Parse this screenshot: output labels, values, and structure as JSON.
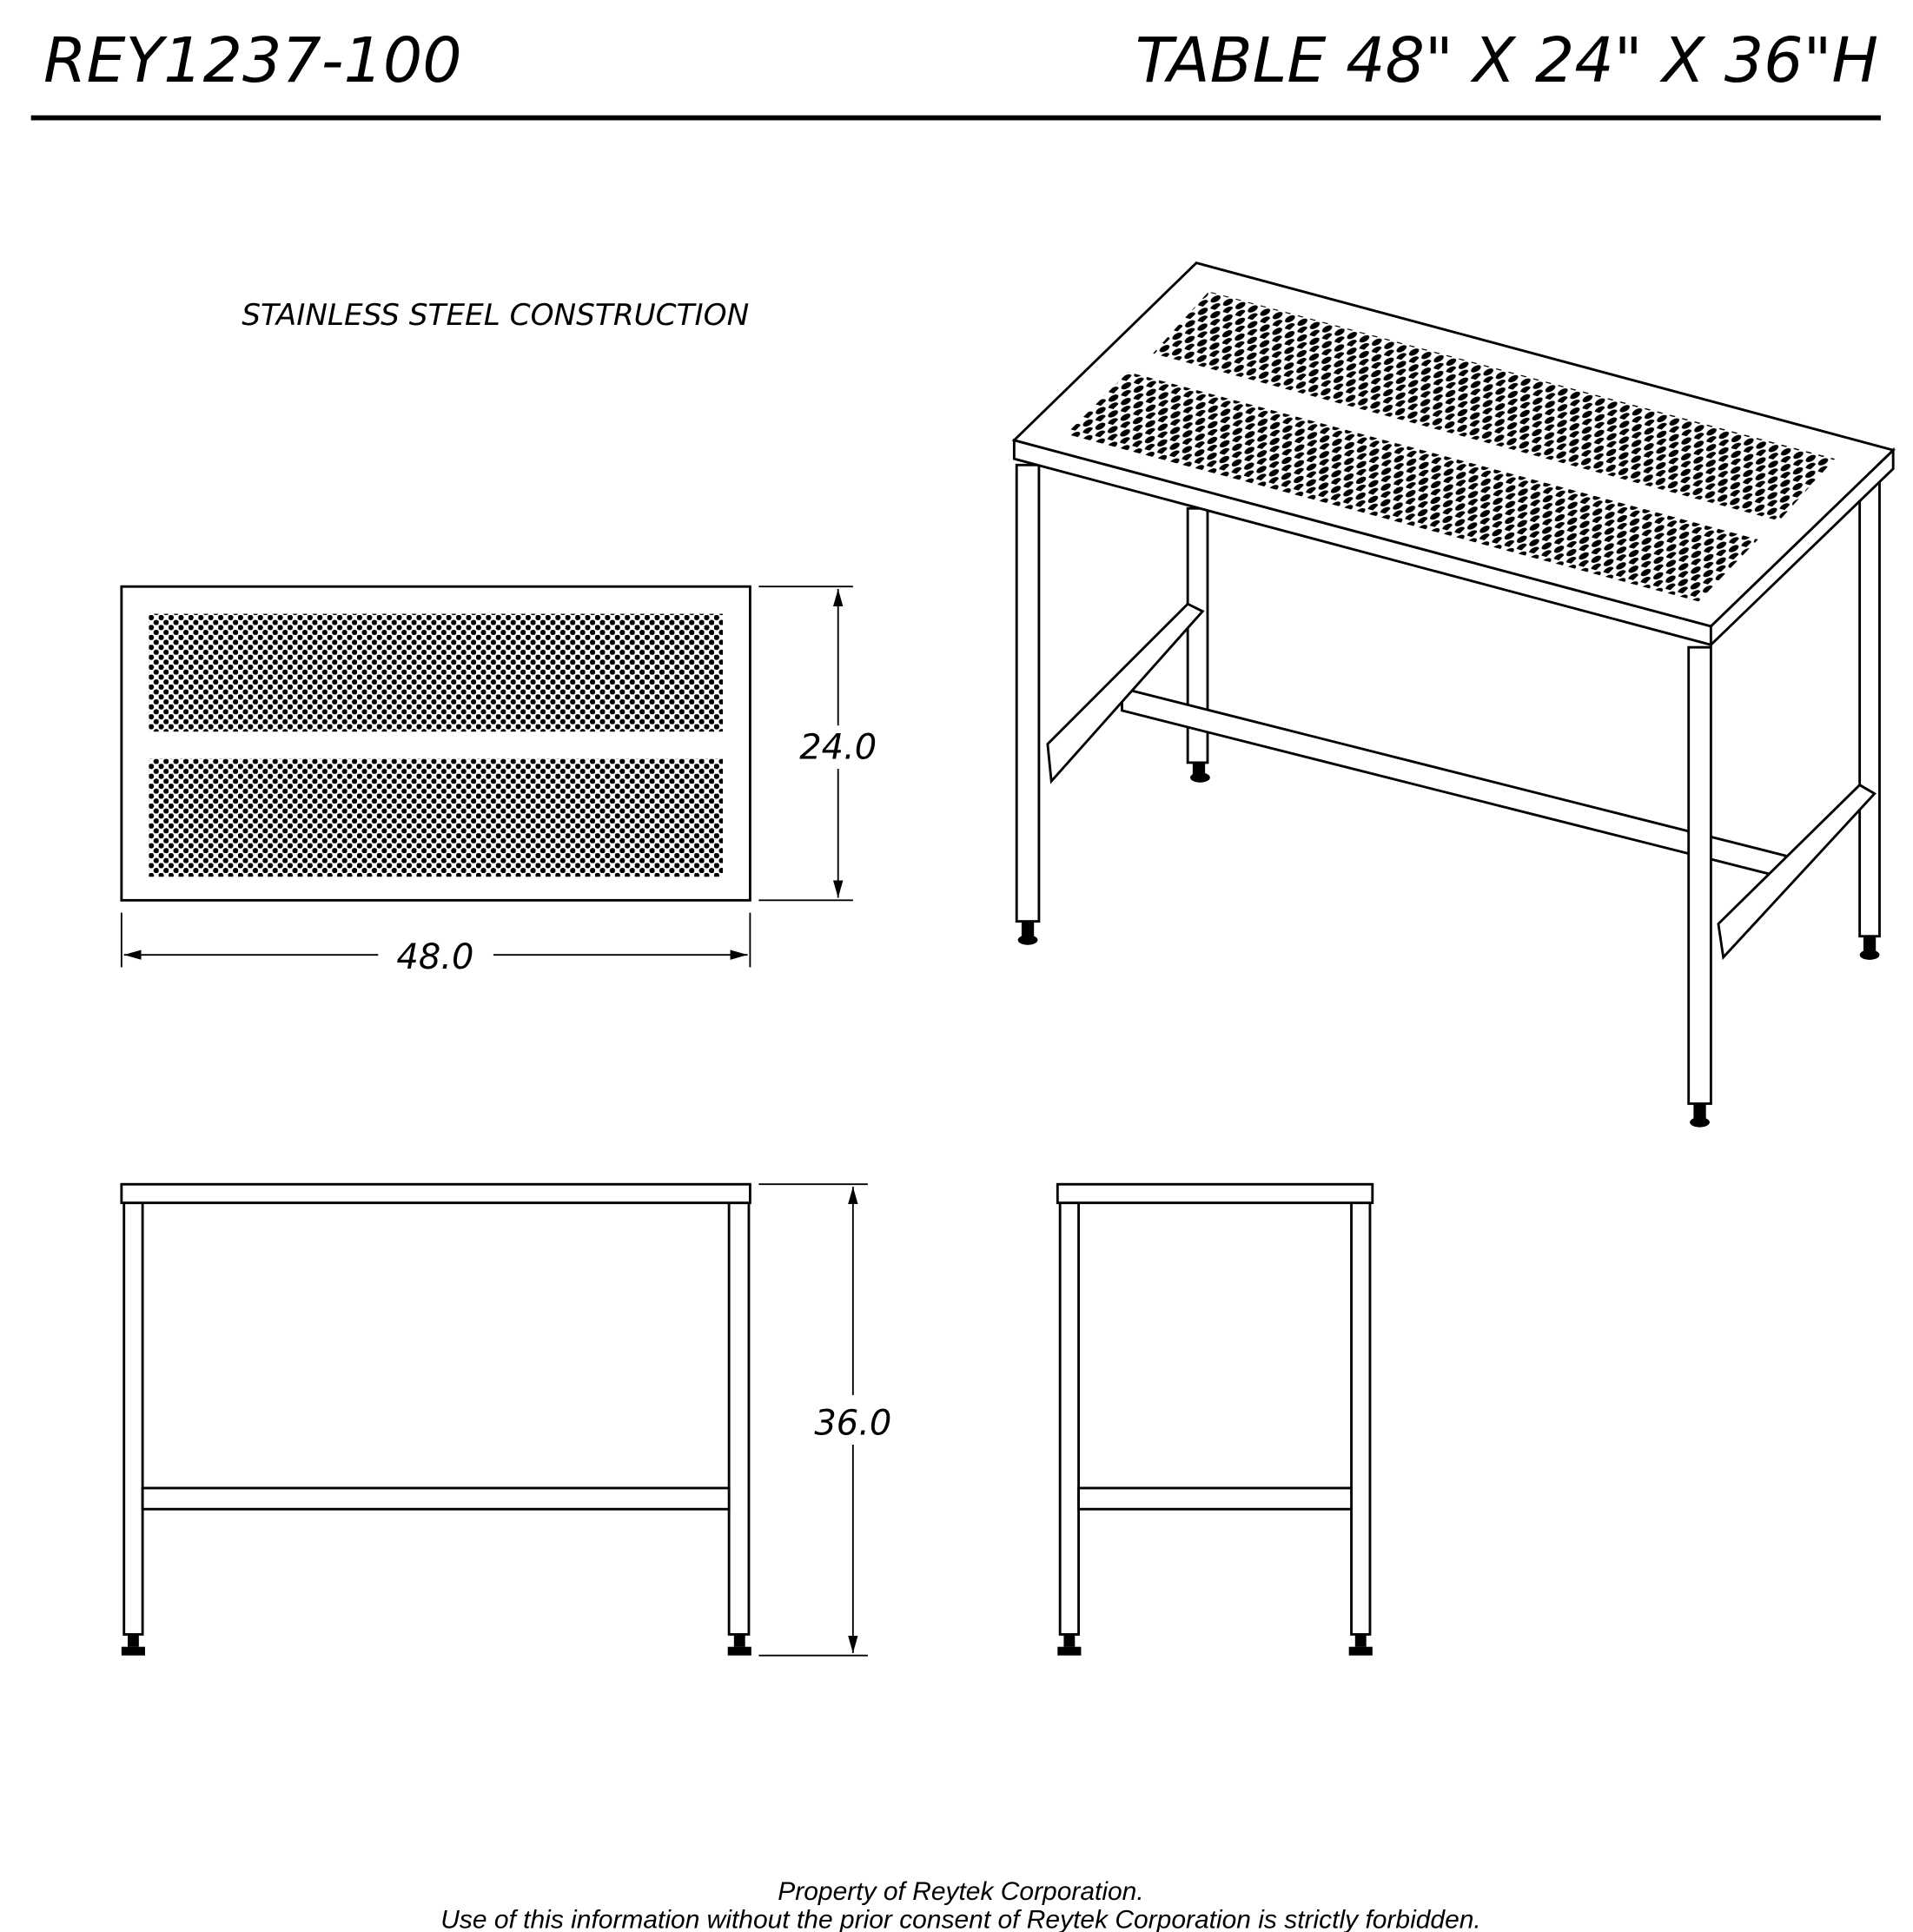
{
  "header": {
    "part_number": "REY1237-100",
    "description": "TABLE 48\" X 24\" X 36\"H"
  },
  "note": "STAINLESS STEEL CONSTRUCTION",
  "dimensions": {
    "width": "48.0",
    "depth": "24.0",
    "height": "36.0"
  },
  "footer": {
    "line1": "Property of Reytek Corporation.",
    "line2": "Use of this information without the prior consent of Reytek Corporation is strictly forbidden."
  }
}
